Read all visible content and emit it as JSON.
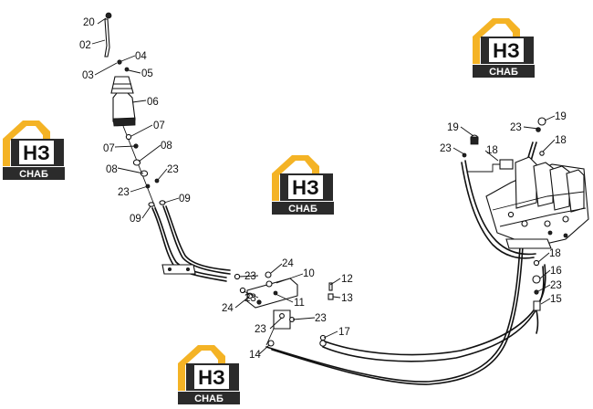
{
  "brand": {
    "letters": "НЗ",
    "text": "СНАБ",
    "colors": {
      "gold": "#f4b325",
      "dark": "#2b2b2b",
      "white": "#ffffff"
    }
  },
  "callouts": [
    {
      "id": "c1",
      "text": "20"
    },
    {
      "id": "c2",
      "text": "02"
    },
    {
      "id": "c3",
      "text": "04"
    },
    {
      "id": "c4",
      "text": "03"
    },
    {
      "id": "c5",
      "text": "05"
    },
    {
      "id": "c6",
      "text": "06"
    },
    {
      "id": "c7",
      "text": "07"
    },
    {
      "id": "c8",
      "text": "07"
    },
    {
      "id": "c9",
      "text": "08"
    },
    {
      "id": "c10",
      "text": "08"
    },
    {
      "id": "c11",
      "text": "23"
    },
    {
      "id": "c12",
      "text": "23"
    },
    {
      "id": "c13",
      "text": "09"
    },
    {
      "id": "c14",
      "text": "09"
    },
    {
      "id": "c15",
      "text": "24"
    },
    {
      "id": "c16",
      "text": "23"
    },
    {
      "id": "c17",
      "text": "10"
    },
    {
      "id": "c18",
      "text": "24"
    },
    {
      "id": "c19",
      "text": "23"
    },
    {
      "id": "c20",
      "text": "11"
    },
    {
      "id": "c21",
      "text": "12"
    },
    {
      "id": "c22",
      "text": "13"
    },
    {
      "id": "c23",
      "text": "23"
    },
    {
      "id": "c24",
      "text": "23"
    },
    {
      "id": "c25",
      "text": "17"
    },
    {
      "id": "c26",
      "text": "14"
    },
    {
      "id": "c27",
      "text": "19"
    },
    {
      "id": "c28",
      "text": "23"
    },
    {
      "id": "c29",
      "text": "18"
    },
    {
      "id": "c30",
      "text": "23"
    },
    {
      "id": "c31",
      "text": "19"
    },
    {
      "id": "c32",
      "text": "18"
    },
    {
      "id": "c33",
      "text": "18"
    },
    {
      "id": "c34",
      "text": "16"
    },
    {
      "id": "c35",
      "text": "23"
    },
    {
      "id": "c36",
      "text": "15"
    }
  ]
}
